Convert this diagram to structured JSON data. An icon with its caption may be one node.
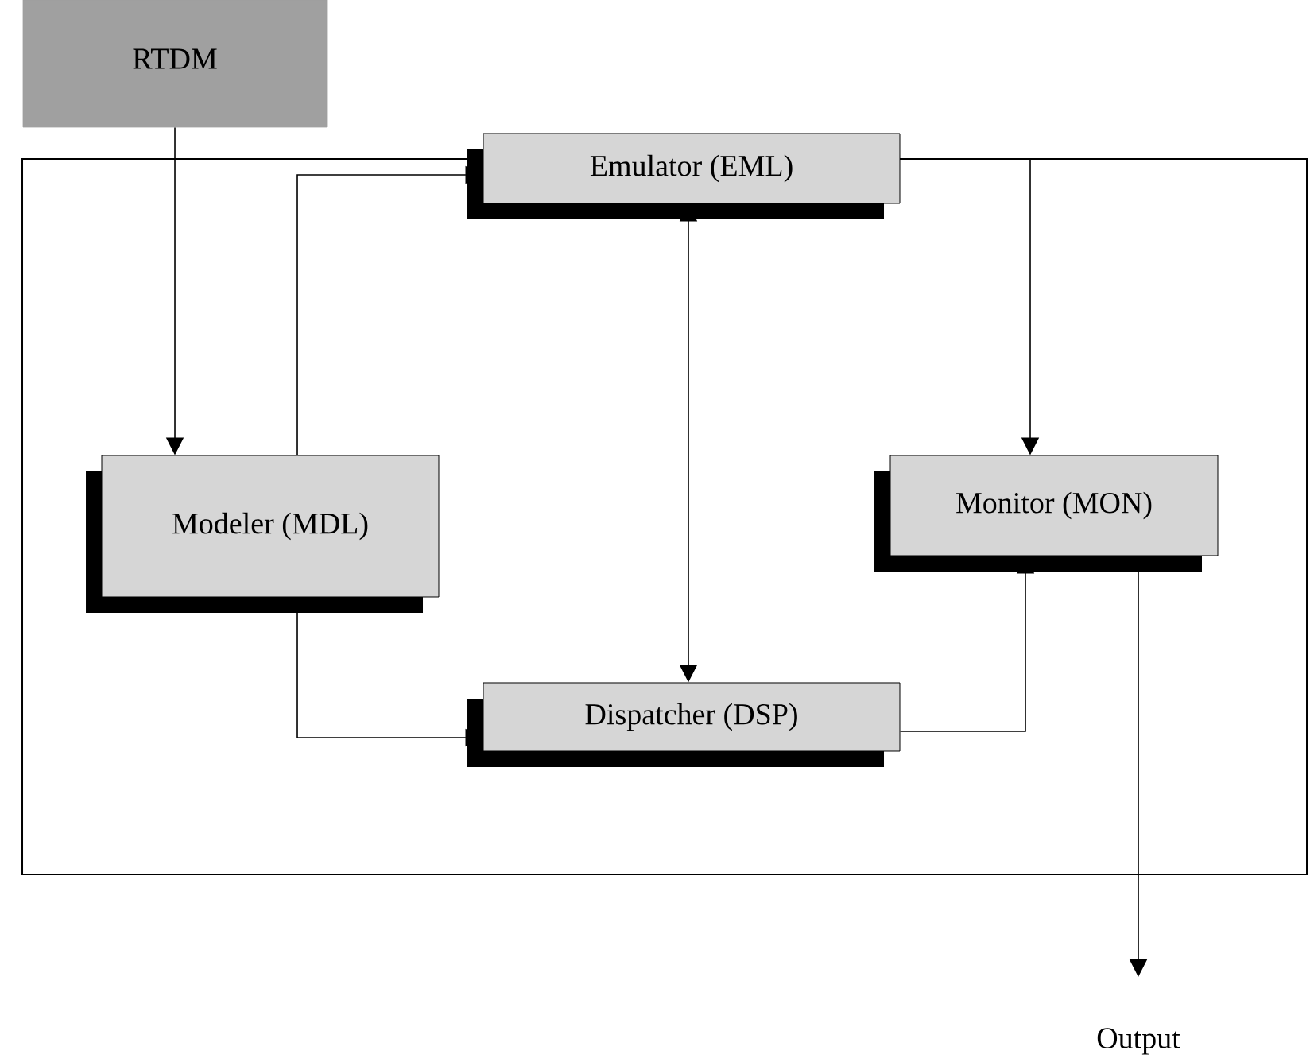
{
  "diagram": {
    "nodes": [
      {
        "text": [
          "RTDM"
        ]
      },
      {
        "text": [],
        "shape": "box"
      },
      {
        "text": [
          "Emulator (EML)"
        ],
        "in": 1
      },
      {
        "text": [
          "Modeler (MDL)"
        ],
        "in": 1
      },
      {
        "text": [
          "Monitor (MON)"
        ],
        "in": 1
      },
      {
        "text": [
          "Dispatcher (DSP)"
        ],
        "in": 1
      },
      {
        "text": [
          "Output"
        ]
      }
    ],
    "edges": [
      {
        "from": 0,
        "to": 3,
        "arrow": "to"
      },
      {
        "from": 3,
        "to": 2,
        "arrow": "to"
      },
      {
        "from": 3,
        "to": 5,
        "arrow": "to"
      },
      {
        "from": 2,
        "to": 5,
        "arrow": "both"
      },
      {
        "from": 2,
        "to": 4,
        "arrow": "to"
      },
      {
        "from": 5,
        "to": 4,
        "arrow": "to"
      },
      {
        "from": 4,
        "to": 6,
        "arrow": "to"
      }
    ]
  }
}
